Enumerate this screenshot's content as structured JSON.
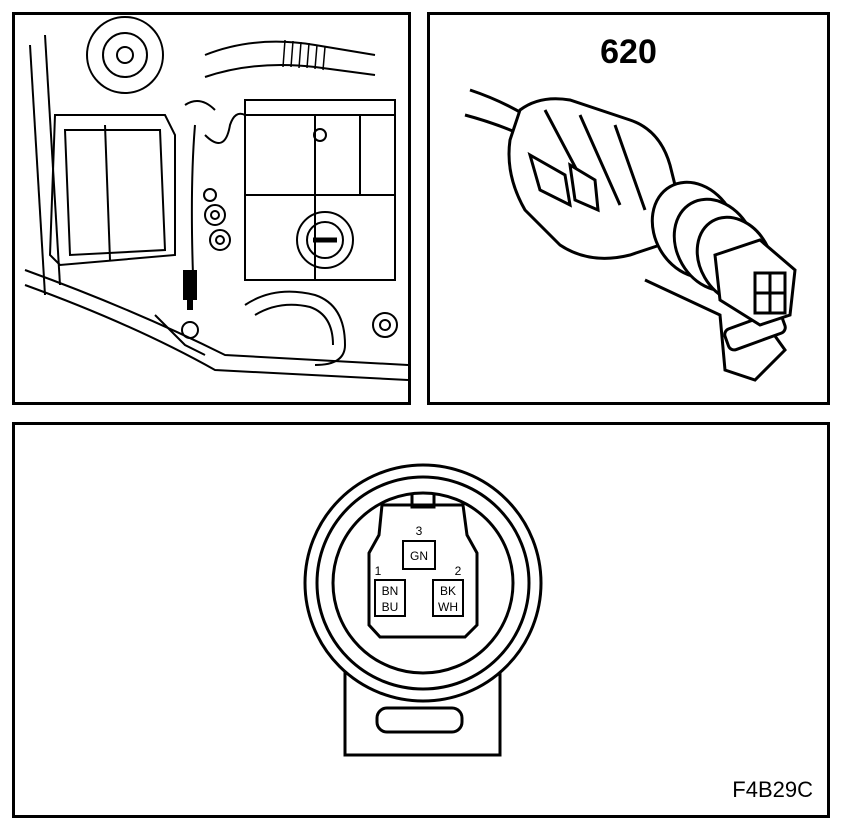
{
  "component_number": "620",
  "figure_code": "F4B29C",
  "pins": [
    {
      "number": "3",
      "colors": [
        "GN"
      ]
    },
    {
      "number": "1",
      "colors": [
        "BN",
        "BU"
      ]
    },
    {
      "number": "2",
      "colors": [
        "BK",
        "WH"
      ]
    }
  ]
}
